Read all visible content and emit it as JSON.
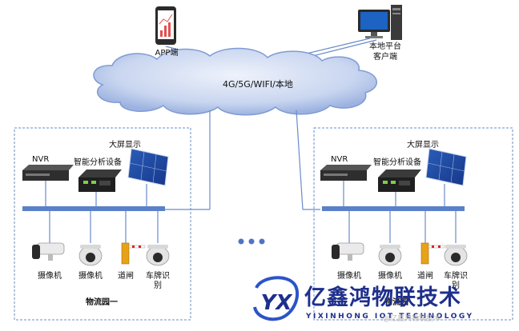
{
  "labels": {
    "app": "APP端",
    "platform_line1": "本地平台",
    "platform_line2": "客户端",
    "cloud": "4G/5G/WIFI/本地",
    "nvr": "NVR",
    "analyzer": "智能分析设备",
    "screen": "大屏显示",
    "camera": "摄像机",
    "camera2": "摄像机",
    "gate": "道闸",
    "plate_line1": "车牌识",
    "plate_line2": "别",
    "park1": "物流园一",
    "park2": "物流园"
  },
  "brand": {
    "name": "亿鑫鸿物联技术",
    "sub": "YIXINHONG IOT TECHNOLOGY",
    "watermark": "@亿鑫鸿物联技术",
    "logo_letters": "YX",
    "color": "#1e2f8c"
  },
  "colors": {
    "cloud_fill": "#5b7cc7",
    "cloud_stroke": "#3e5fa8",
    "bus": "#5a80c8",
    "line": "#6a8cc8",
    "dash": "#5a80c8",
    "dots": "#4f74c4"
  }
}
